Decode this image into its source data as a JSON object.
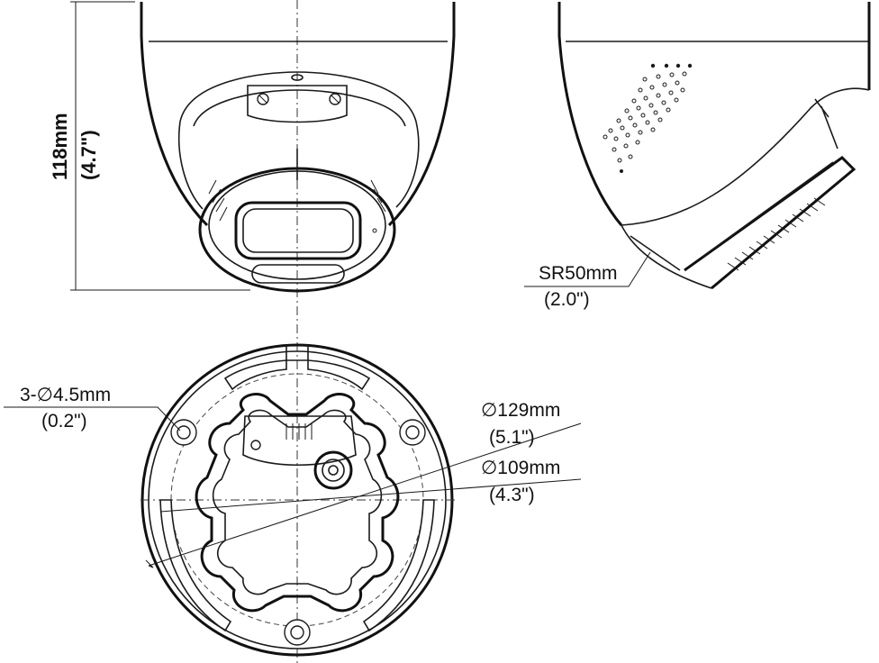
{
  "dimensions": {
    "height_mm": "118mm",
    "height_in": "(4.7\")",
    "sphere_radius_mm": "SR50mm",
    "sphere_radius_in": "(2.0\")",
    "hole_mm": "3-∅4.5mm",
    "hole_in": "(0.2\")",
    "outer_dia_mm": "∅129mm",
    "outer_dia_in": "(5.1\")",
    "inner_dia_mm": "∅109mm",
    "inner_dia_in": "(4.3\")"
  },
  "views": {
    "front": "front-view",
    "side": "side-view",
    "bottom": "bottom-view"
  }
}
